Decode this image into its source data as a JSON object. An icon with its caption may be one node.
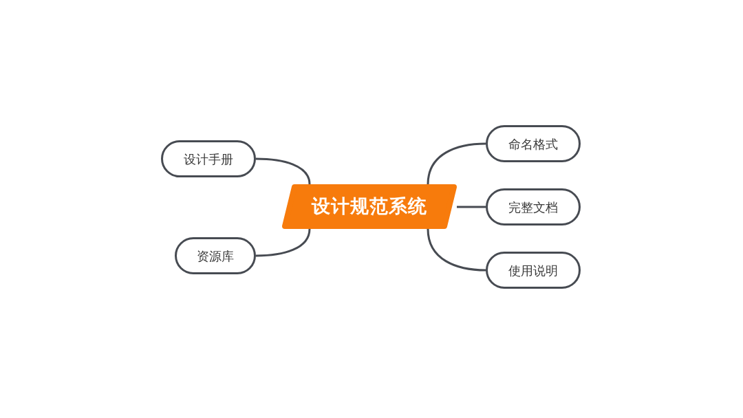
{
  "diagram": {
    "nodes": [
      {
        "text": [
          "设计规范系统"
        ]
      },
      {
        "text": [
          "设计手册"
        ]
      },
      {
        "text": [
          "资源库"
        ]
      },
      {
        "text": [
          "命名格式"
        ]
      },
      {
        "text": [
          "完整文档"
        ]
      },
      {
        "text": [
          "使用说明"
        ]
      }
    ],
    "edges": [
      {
        "from": 0,
        "to": 1,
        "arrow": "none"
      },
      {
        "from": 0,
        "to": 2,
        "arrow": "none"
      },
      {
        "from": 0,
        "to": 3,
        "arrow": "none"
      },
      {
        "from": 0,
        "to": 4,
        "arrow": "none"
      },
      {
        "from": 0,
        "to": 5,
        "arrow": "none"
      }
    ]
  }
}
